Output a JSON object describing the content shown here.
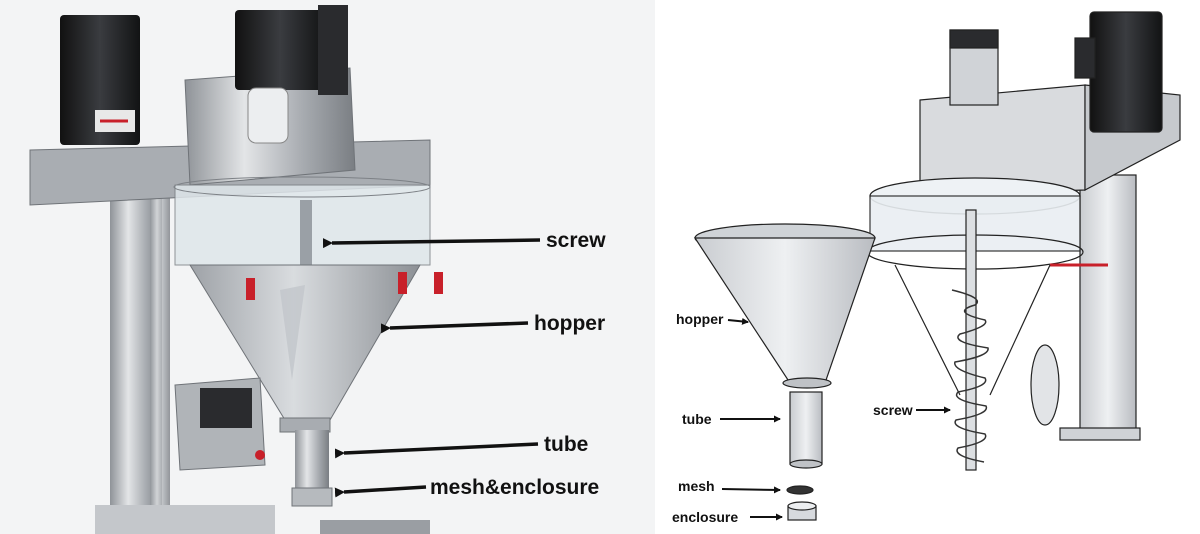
{
  "photo_labels": {
    "screw": "screw",
    "hopper": "hopper",
    "tube": "tube",
    "mesh_enclosure": "mesh&enclosure"
  },
  "drawing_labels": {
    "hopper": "hopper",
    "tube": "tube",
    "screw": "screw",
    "mesh": "mesh",
    "enclosure": "enclosure"
  },
  "colors": {
    "steel": "#b8bcc0",
    "steel_dark": "#7d8186",
    "motor": "#1e1f22",
    "valve_red": "#c8202a",
    "line": "#111111",
    "drawing_body": "#d6d8dc",
    "drawing_clear": "#e9eef2"
  }
}
